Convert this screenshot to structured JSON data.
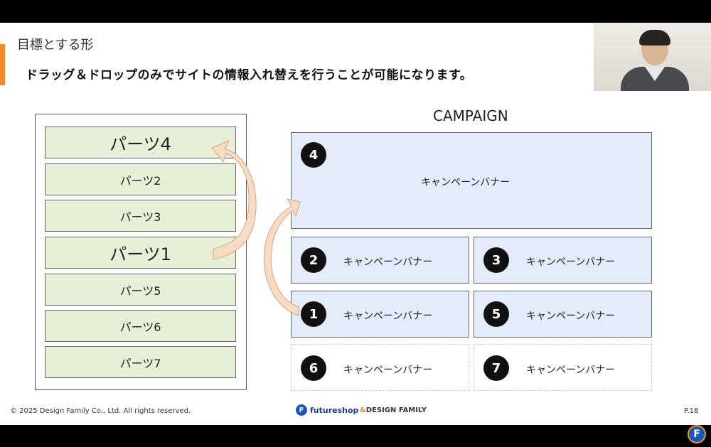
{
  "slide": {
    "title": "目標とする形",
    "subtitle": "ドラッグ＆ドロップのみでサイトの情報入れ替えを行うことが可能になります。"
  },
  "parts": [
    {
      "label": "パーツ4",
      "emphasis": true
    },
    {
      "label": "パーツ2",
      "emphasis": false
    },
    {
      "label": "パーツ3",
      "emphasis": false
    },
    {
      "label": "パーツ1",
      "emphasis": true
    },
    {
      "label": "パーツ5",
      "emphasis": false
    },
    {
      "label": "パーツ6",
      "emphasis": false
    },
    {
      "label": "パーツ7",
      "emphasis": false
    }
  ],
  "campaign": {
    "title": "CAMPAIGN",
    "main_banner": {
      "number": "4",
      "label": "キャンペーンバナー"
    },
    "banners": [
      {
        "number": "2",
        "label": "キャンペーンバナー"
      },
      {
        "number": "3",
        "label": "キャンペーンバナー"
      },
      {
        "number": "1",
        "label": "キャンペーンバナー"
      },
      {
        "number": "5",
        "label": "キャンペーンバナー"
      },
      {
        "number": "6",
        "label": "キャンペーンバナー"
      },
      {
        "number": "7",
        "label": "キャンペーンバナー"
      }
    ]
  },
  "footer": {
    "copyright": "© 2025 Design Family Co., Ltd. All rights reserved.",
    "logo_futureshop": "futureshop",
    "logo_futureshop_badge": "F",
    "logo_designfamily_amp": "&",
    "logo_designfamily": "DESIGN FAMILY",
    "page": "P.18"
  },
  "corner_logo": "F",
  "colors": {
    "accent": "#f28c28",
    "part_fill": "#e6f0d8",
    "banner_fill": "#e3ecf8",
    "arrow_fill": "#f6dcc4"
  }
}
